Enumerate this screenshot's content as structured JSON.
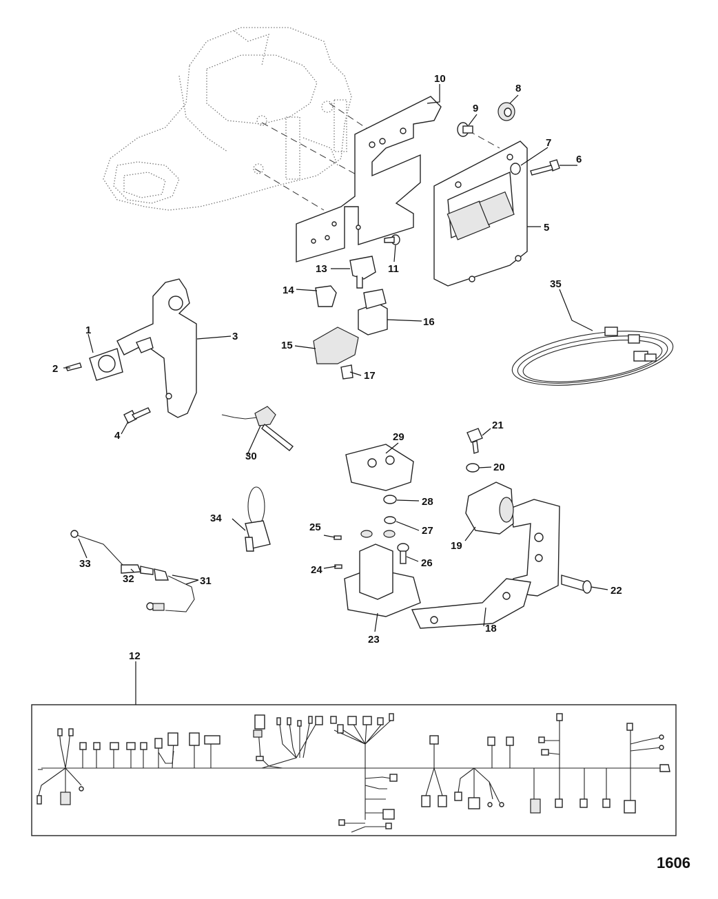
{
  "figure_number": "1606",
  "callouts": {
    "c1": "1",
    "c2": "2",
    "c3": "3",
    "c4": "4",
    "c5": "5",
    "c6": "6",
    "c7": "7",
    "c8": "8",
    "c9": "9",
    "c10": "10",
    "c11": "11",
    "c12": "12",
    "c13": "13",
    "c14": "14",
    "c15": "15",
    "c16": "16",
    "c17": "17",
    "c18": "18",
    "c19": "19",
    "c20": "20",
    "c21": "21",
    "c22": "22",
    "c23": "23",
    "c24": "24",
    "c25": "25",
    "c26": "26",
    "c27": "27",
    "c28": "28",
    "c29": "29",
    "c30": "30",
    "c31": "31",
    "c32": "32",
    "c33": "33",
    "c34": "34",
    "c35": "35"
  }
}
